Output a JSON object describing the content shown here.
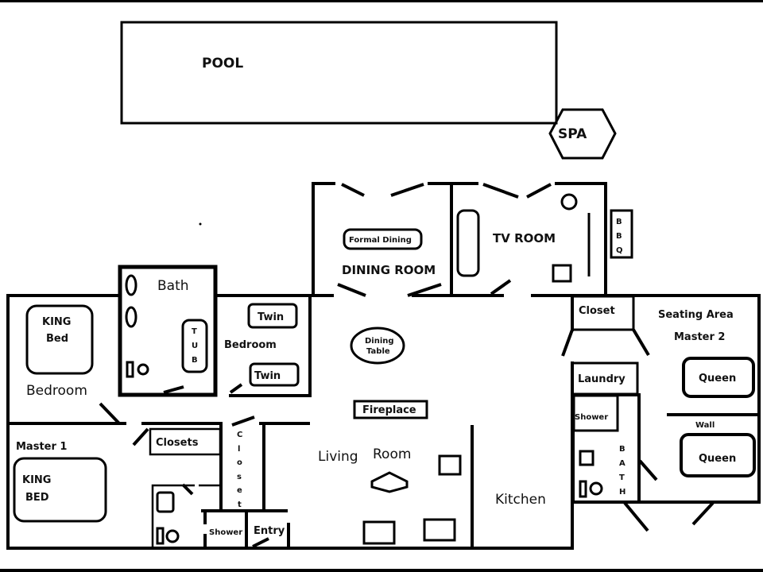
{
  "labels": {
    "pool": "POOL",
    "spa": "SPA",
    "formal_dining": "Formal Dining",
    "dining_room": "DINING ROOM",
    "tv_room": "TV ROOM",
    "bbq": [
      "B",
      "B",
      "Q"
    ],
    "bath": "Bath",
    "tub": [
      "T",
      "U",
      "B"
    ],
    "king_bed_1": [
      "KING",
      "Bed"
    ],
    "bedroom_1": "Bedroom",
    "twin_1": "Twin",
    "twin_2": "Twin",
    "bedroom_2": "Bedroom",
    "dining_table": [
      "Dining",
      "Table"
    ],
    "fireplace": "Fireplace",
    "living_room": [
      "Living",
      "Room"
    ],
    "kitchen": "Kitchen",
    "master_1": "Master 1",
    "king_bed_2": [
      "KING",
      "BED"
    ],
    "closets": "Closets",
    "closet_vertical": [
      "C",
      "l",
      "o",
      "s",
      "e",
      "t"
    ],
    "shower_1": "Shower",
    "entry": "Entry",
    "closet_2": "Closet",
    "seating_area": "Seating Area",
    "master_2": "Master 2",
    "laundry": "Laundry",
    "shower_2": "Shower",
    "bath_vertical": [
      "B",
      "A",
      "T",
      "H"
    ],
    "queen_1": "Queen",
    "wall": "Wall",
    "queen_2": "Queen"
  }
}
